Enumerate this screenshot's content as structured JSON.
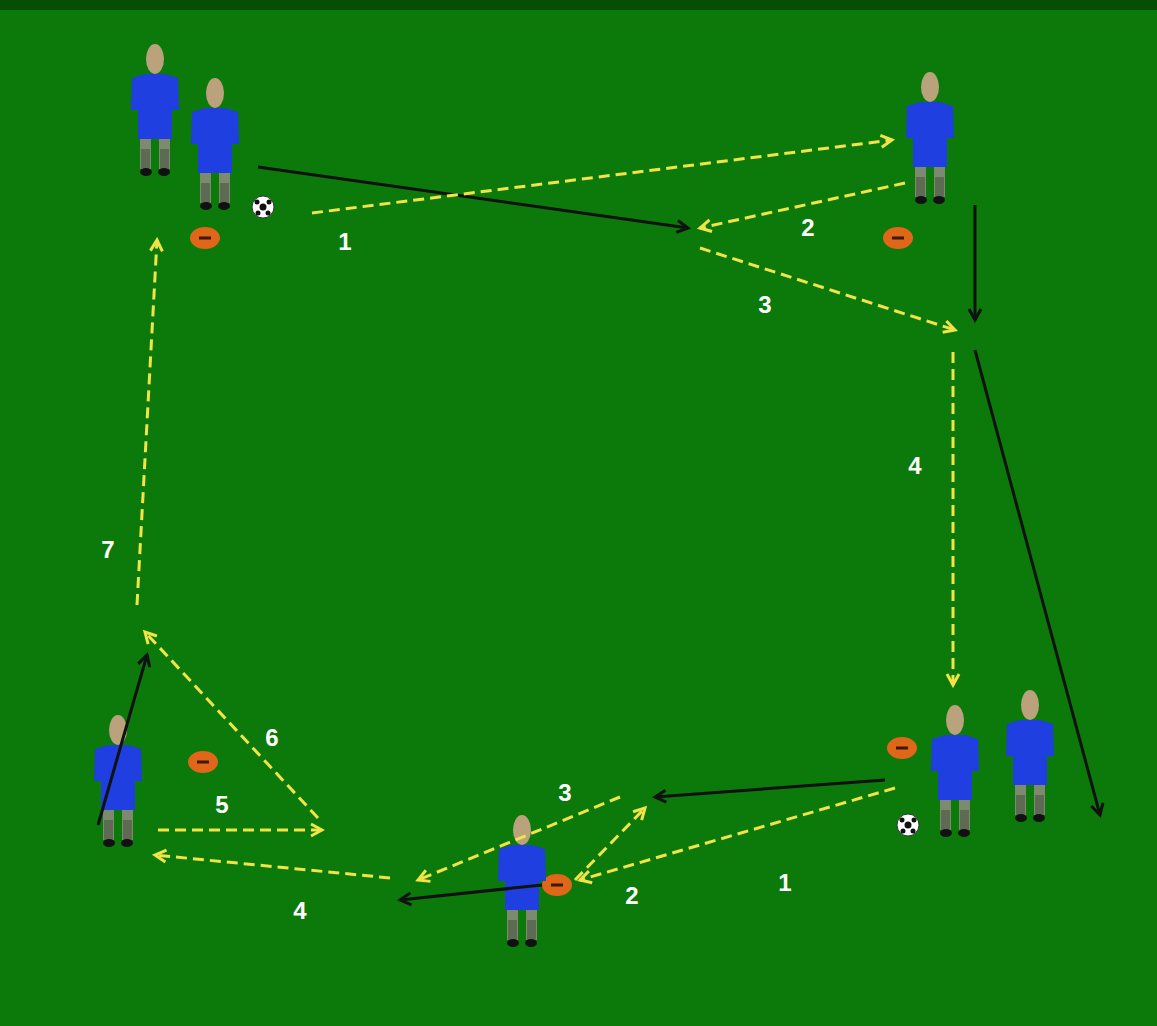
{
  "diagram": {
    "labels": [
      "1",
      "2",
      "3",
      "4",
      "7",
      "6",
      "5",
      "3",
      "1",
      "2",
      "4"
    ]
  }
}
